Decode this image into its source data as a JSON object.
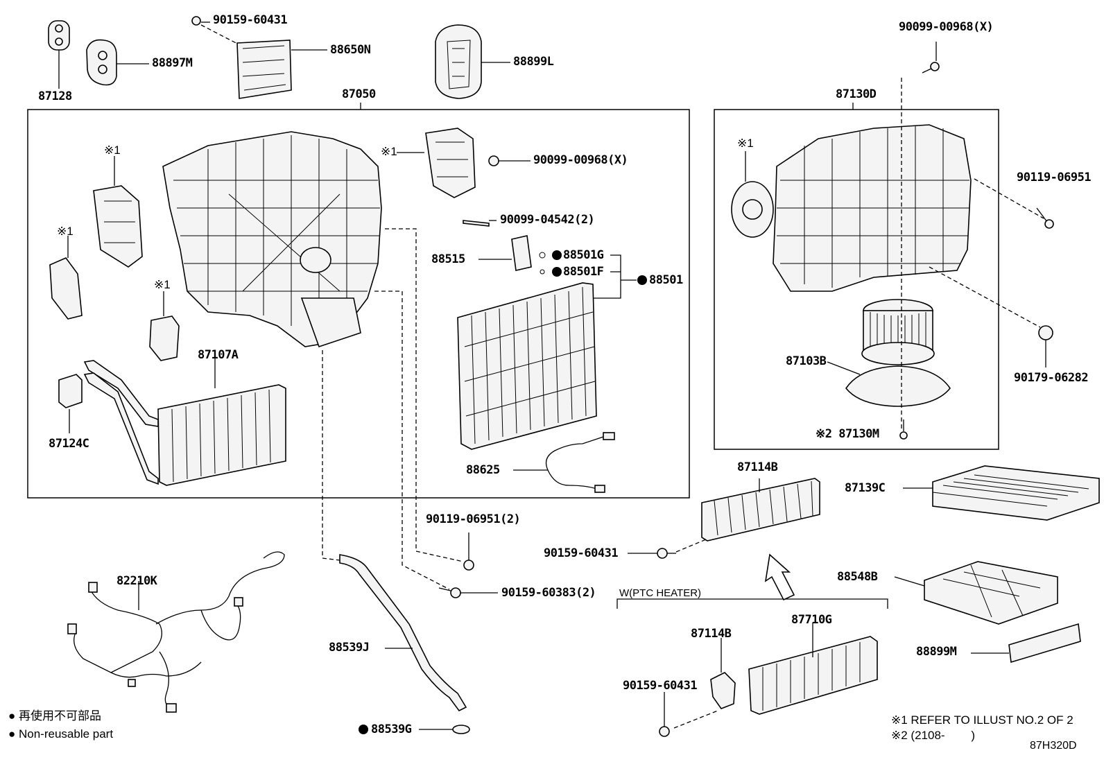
{
  "labels": {
    "p87128": "87128",
    "p88897M": "88897M",
    "p90159_60431_top": "90159-60431",
    "p88650N": "88650N",
    "p88899L": "88899L",
    "p87050": "87050",
    "p90099_00968X_top": "90099-00968(X)",
    "p87130D": "87130D",
    "ref1_a": "※1",
    "ref1_b": "※1",
    "ref1_c": "※1",
    "ref1_d": "※1",
    "ref1_e": "※1",
    "p90099_00968X_mid": "90099-00968(X)",
    "p90099_04542": "90099-04542(2)",
    "p88515": "88515",
    "p88501G": "88501G",
    "p88501F": "88501F",
    "p88501": "88501",
    "p87107A": "87107A",
    "p87124C": "87124C",
    "p88625": "88625",
    "p90119_06951_right": "90119-06951",
    "p87103B": "87103B",
    "p90179_06282": "90179-06282",
    "p87130M": "※2 87130M",
    "p87114B_top": "87114B",
    "p87139C": "87139C",
    "p90119_06951_2": "90119-06951(2)",
    "p90159_60431_mid": "90159-60431",
    "p82210K": "82210K",
    "p90159_60383": "90159-60383(2)",
    "p88548B": "88548B",
    "ptc_title": "W(PTC HEATER)",
    "p87114B_bot": "87114B",
    "p87710G": "87710G",
    "p88539J": "88539J",
    "p88899M": "88899M",
    "p90159_60431_bot": "90159-60431",
    "p88539G": "88539G"
  },
  "legend": {
    "jp": "● 再使用不可部品",
    "en": "● Non-reusable part"
  },
  "notes": {
    "ref1": "※1 REFER TO ILLUST NO.2 OF 2",
    "ref2": "※2 (2108-        )",
    "code": "87H320D"
  }
}
